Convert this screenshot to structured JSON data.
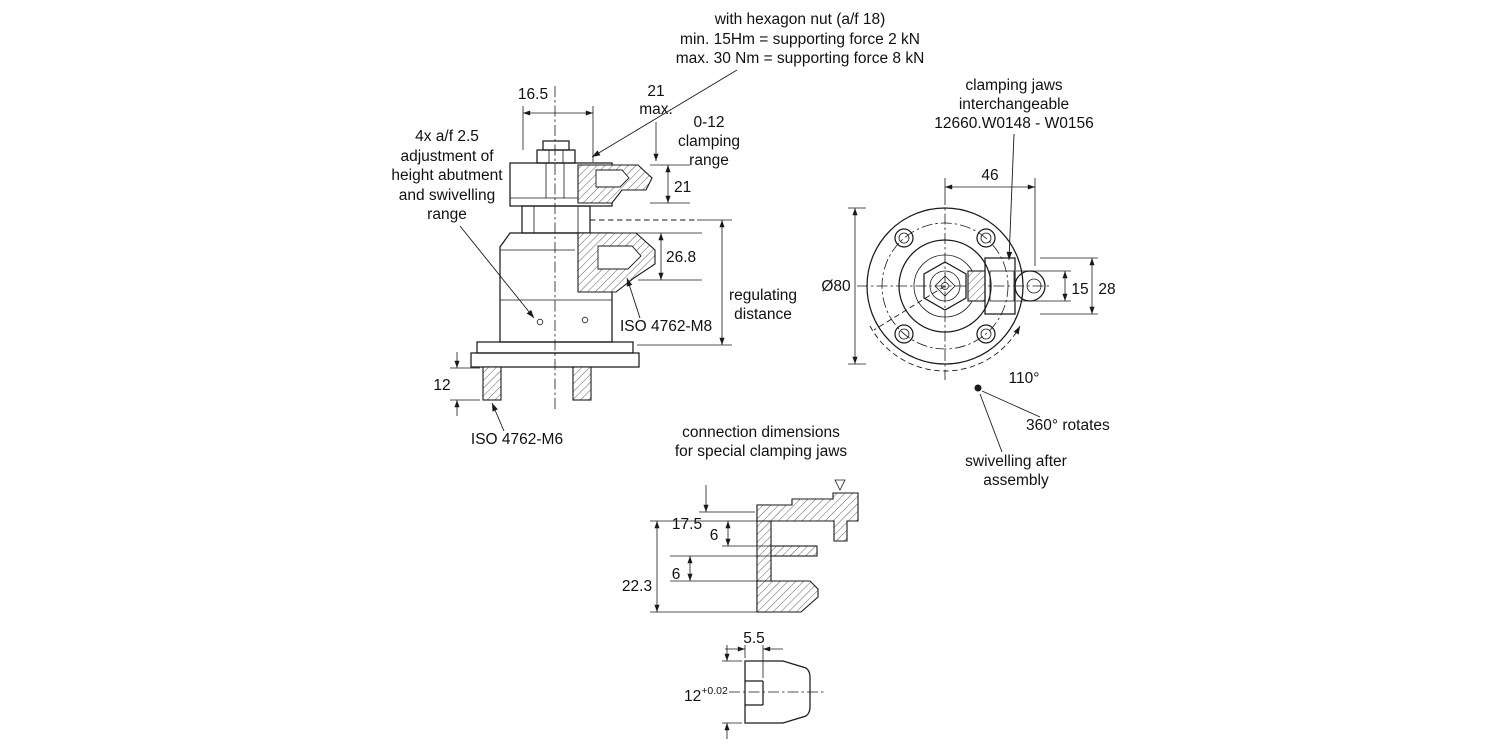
{
  "drawing": {
    "kind": "technical drawing - swivel clamp with interchangeable jaws",
    "colors": {
      "line": "#1a1a1a",
      "background": "#ffffff"
    }
  },
  "notes": {
    "hex1": "with hexagon nut (a/f 18)",
    "hex2": "min. 15Hm = supporting force 2 kN",
    "hex3": "max. 30 Nm = supporting force 8 kN",
    "adj1": "4x a/f 2.5",
    "adj2": "adjustment of",
    "adj3": "height abutment",
    "adj4": "and swivelling",
    "adj5": "range",
    "cr1": "0-12",
    "cr2": "clamping",
    "cr3": "range",
    "reg1": "regulating",
    "reg2": "distance",
    "iso_m8": "ISO 4762-M8",
    "iso_m6": "ISO 4762-M6",
    "jaws1": "clamping jaws",
    "jaws2": "interchangeable",
    "jaws3": "12660.W0148 - W0156",
    "rotates": "360° rotates",
    "swiv1": "swivelling after",
    "swiv2": "assembly",
    "conn1": "connection dimensions",
    "conn2": "for special clamping jaws"
  },
  "dims": {
    "top_width": "16.5",
    "max_h1": "21",
    "max_h2": "max.",
    "jaw_opening": "21",
    "jaw_depth": "26.8",
    "stud_len": "12",
    "jaw_width": "46",
    "flange_dia": "Ø80",
    "slot_h": "15",
    "jaw_h": "28",
    "swivel_angle": "110°",
    "sec_depth": "17.5",
    "sec_slot_a": "6",
    "sec_slot_b": "6",
    "sec_height": "22.3",
    "notch_w": "5.5",
    "detail_h": "12",
    "detail_tol": "+0.02"
  }
}
